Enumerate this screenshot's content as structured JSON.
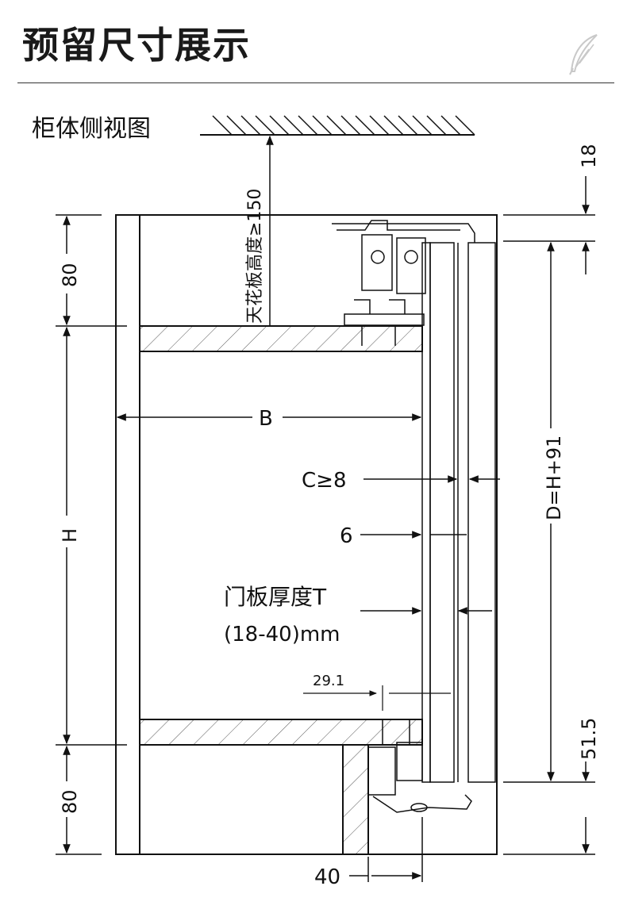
{
  "page_title": "预留尺寸展示",
  "view_title": "柜体侧视图",
  "labels": {
    "ceiling_thickness": "天花板高度≥150",
    "top_panel": "80",
    "bottom_panel": "80",
    "height": "H",
    "depth": "B",
    "gap_c": "C≥8",
    "gap_6": "6",
    "door_thickness": "门板厚度T",
    "door_range": "(18-40)mm",
    "offset_29": "29.1",
    "offset_40": "40",
    "top_18": "18",
    "door_height": "D=H+91",
    "bottom_51": "51.5"
  },
  "colors": {
    "line": "#111111",
    "hatch": "#555555"
  }
}
